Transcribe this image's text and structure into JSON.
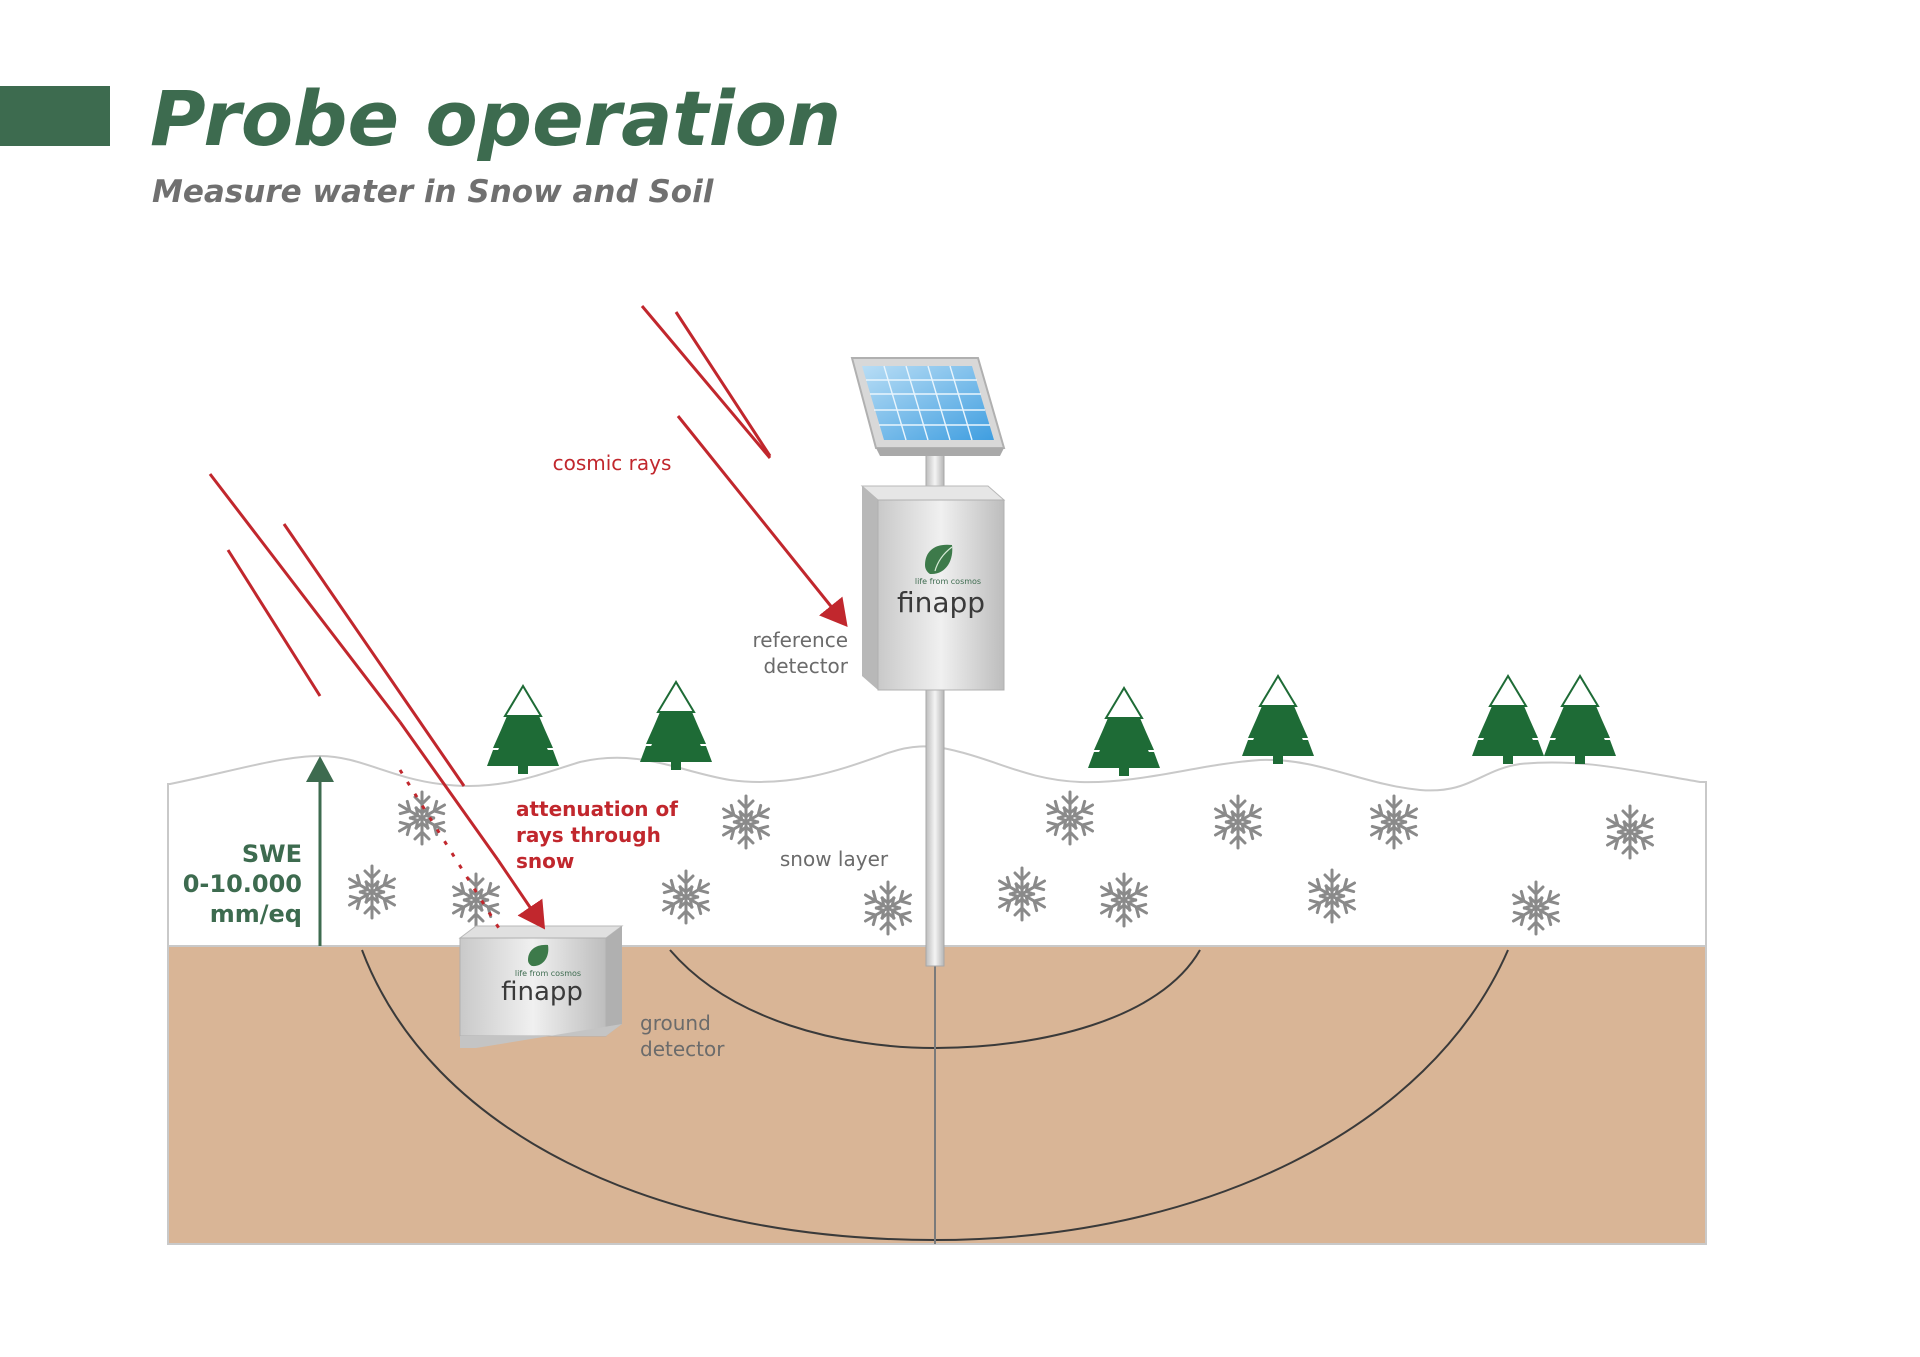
{
  "header": {
    "title": "Probe operation",
    "subtitle": "Measure water in Snow and Soil"
  },
  "labels": {
    "cosmic_rays": "cosmic rays",
    "reference_detector": [
      "reference",
      "detector"
    ],
    "attenuation": [
      "attenuation of",
      "rays through",
      "snow"
    ],
    "snow_layer": "snow layer",
    "ground_detector": [
      "ground",
      "detector"
    ],
    "swe": [
      "SWE",
      "0-10.000",
      "mm/eq"
    ]
  },
  "logo": {
    "name": "finapp",
    "tagline": "life from cosmos"
  },
  "icons": {
    "solar_panel": "solar-panel-icon",
    "tree": "pine-tree-icon",
    "snowflake": "snowflake-icon",
    "logo_leaf": "leaf-logo-icon"
  },
  "colors": {
    "brand_green": "#3d6b4f",
    "tree_green": "#1e6b36",
    "ray_red": "#c1272d",
    "soil": "#d9b596",
    "snowflake": "#8a8a8a",
    "label_grey": "#6b6b6b"
  }
}
